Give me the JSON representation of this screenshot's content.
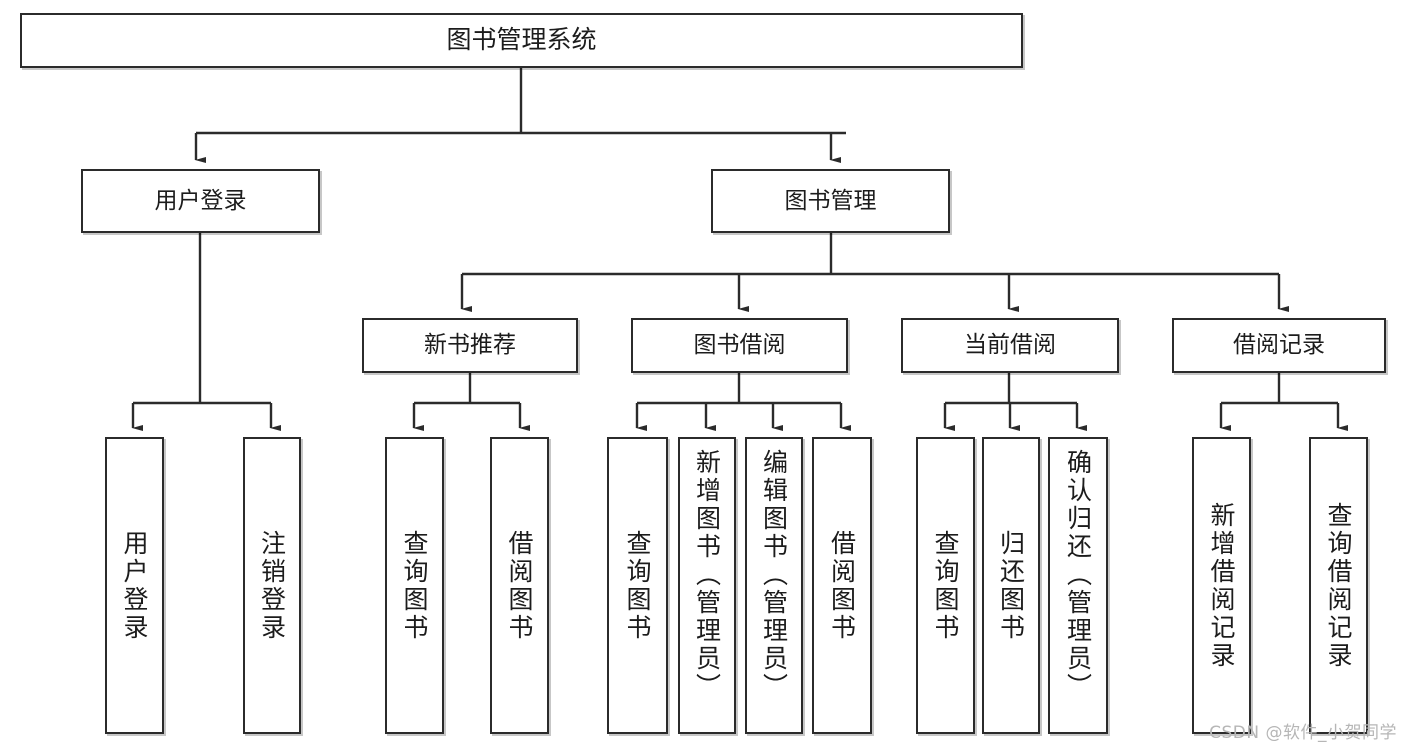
{
  "diagram": {
    "type": "tree-hierarchy",
    "title": "图书管理系统",
    "watermark": "CSDN @软件_小贺同学",
    "colors": {
      "stroke": "#2b2b2b",
      "fill": "#ffffff",
      "text": "#1c1c1c",
      "watermark": "#b6b6b6"
    },
    "nodes": {
      "root": {
        "label": "图书管理系统"
      },
      "level2": [
        {
          "label": "用户登录"
        },
        {
          "label": "图书管理"
        }
      ],
      "level3": [
        {
          "label": "新书推荐"
        },
        {
          "label": "图书借阅"
        },
        {
          "label": "当前借阅"
        },
        {
          "label": "借阅记录"
        }
      ],
      "leaves": [
        {
          "label": "用户登录",
          "parent": "用户登录"
        },
        {
          "label": "注销登录",
          "parent": "用户登录"
        },
        {
          "label": "查询图书",
          "parent": "新书推荐"
        },
        {
          "label": "借阅图书",
          "parent": "新书推荐"
        },
        {
          "label": "查询图书",
          "parent": "图书借阅"
        },
        {
          "label": "新增图书（管理员）",
          "parent": "图书借阅"
        },
        {
          "label": "编辑图书（管理员）",
          "parent": "图书借阅"
        },
        {
          "label": "借阅图书",
          "parent": "图书借阅"
        },
        {
          "label": "查询图书",
          "parent": "当前借阅"
        },
        {
          "label": "归还图书",
          "parent": "当前借阅"
        },
        {
          "label": "确认归还（管理员）",
          "parent": "当前借阅"
        },
        {
          "label": "新增借阅记录",
          "parent": "借阅记录"
        },
        {
          "label": "查询借阅记录",
          "parent": "借阅记录"
        }
      ]
    }
  }
}
